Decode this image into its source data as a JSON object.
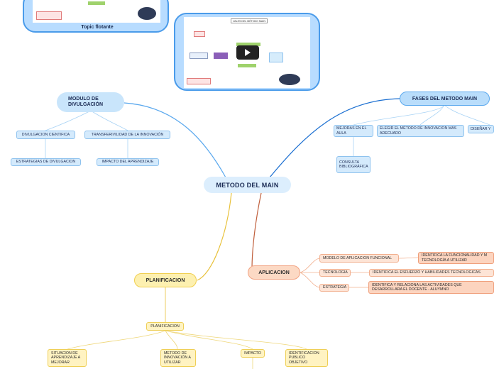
{
  "central": {
    "label": "METODO DEL MAIN"
  },
  "floating": {
    "label": "Topic flotante"
  },
  "video_thumb": {
    "title": "VALES DEL MÉTODO MAIN"
  },
  "modulo": {
    "title": "MODULO DE DIVULGACIÓN",
    "children": [
      "DIVULGACION CIENTIFICA",
      "TRANSFERIVILIDAD DE LA INNOVACIÓN",
      "ESTRATEGIAS DE DIVULGACION",
      "IMPACTO DEL APRENDIZAJE"
    ]
  },
  "fases": {
    "title": "FASES DEL METODO MAIN",
    "children": [
      "MEJORAS EN EL AULA",
      "ELEGIR EL MÉTODO DE INNOVACION MAS ADECUADO",
      "DISEÑAR Y",
      "CONSULTA BIBLIOGRÁFICA"
    ]
  },
  "aplicacion": {
    "title": "APLICACION",
    "children": [
      {
        "label": "MODELO DE APLICACION FUNCIONAL",
        "detail": "IDENTIFICA LA FUNCIONALIDAD Y M TECNOLOGÍA A UTILIZAR"
      },
      {
        "label": "TECNOLOGIA",
        "detail": "IDENTIFICA EL ESFUERZO Y  HABILIDADES TECNOLOGICAS"
      },
      {
        "label": "ESTRATEGIA",
        "detail": "IDENTIFICA Y RELACIONA LAS ACTIVIDADES QUE DESARROLLARA EL DOCENTE - ALUYMNO"
      }
    ]
  },
  "planificacion": {
    "title": "PLANIFICACION",
    "sub": "PLANIFICACION",
    "children": [
      "SITUACION DE APRENDIZAJE A MEJORAR",
      "METODO DE INNOVACIÓN A UTILIZAR",
      "IMPACTO",
      "IDENTIFICACION PUBLICO OBJETIVO"
    ]
  },
  "colors": {
    "blue_line": "#5aa8ee",
    "orange_line": "#c0603d",
    "yellow_line": "#e8c13a",
    "dark_blue_line": "#1b6fd1"
  }
}
